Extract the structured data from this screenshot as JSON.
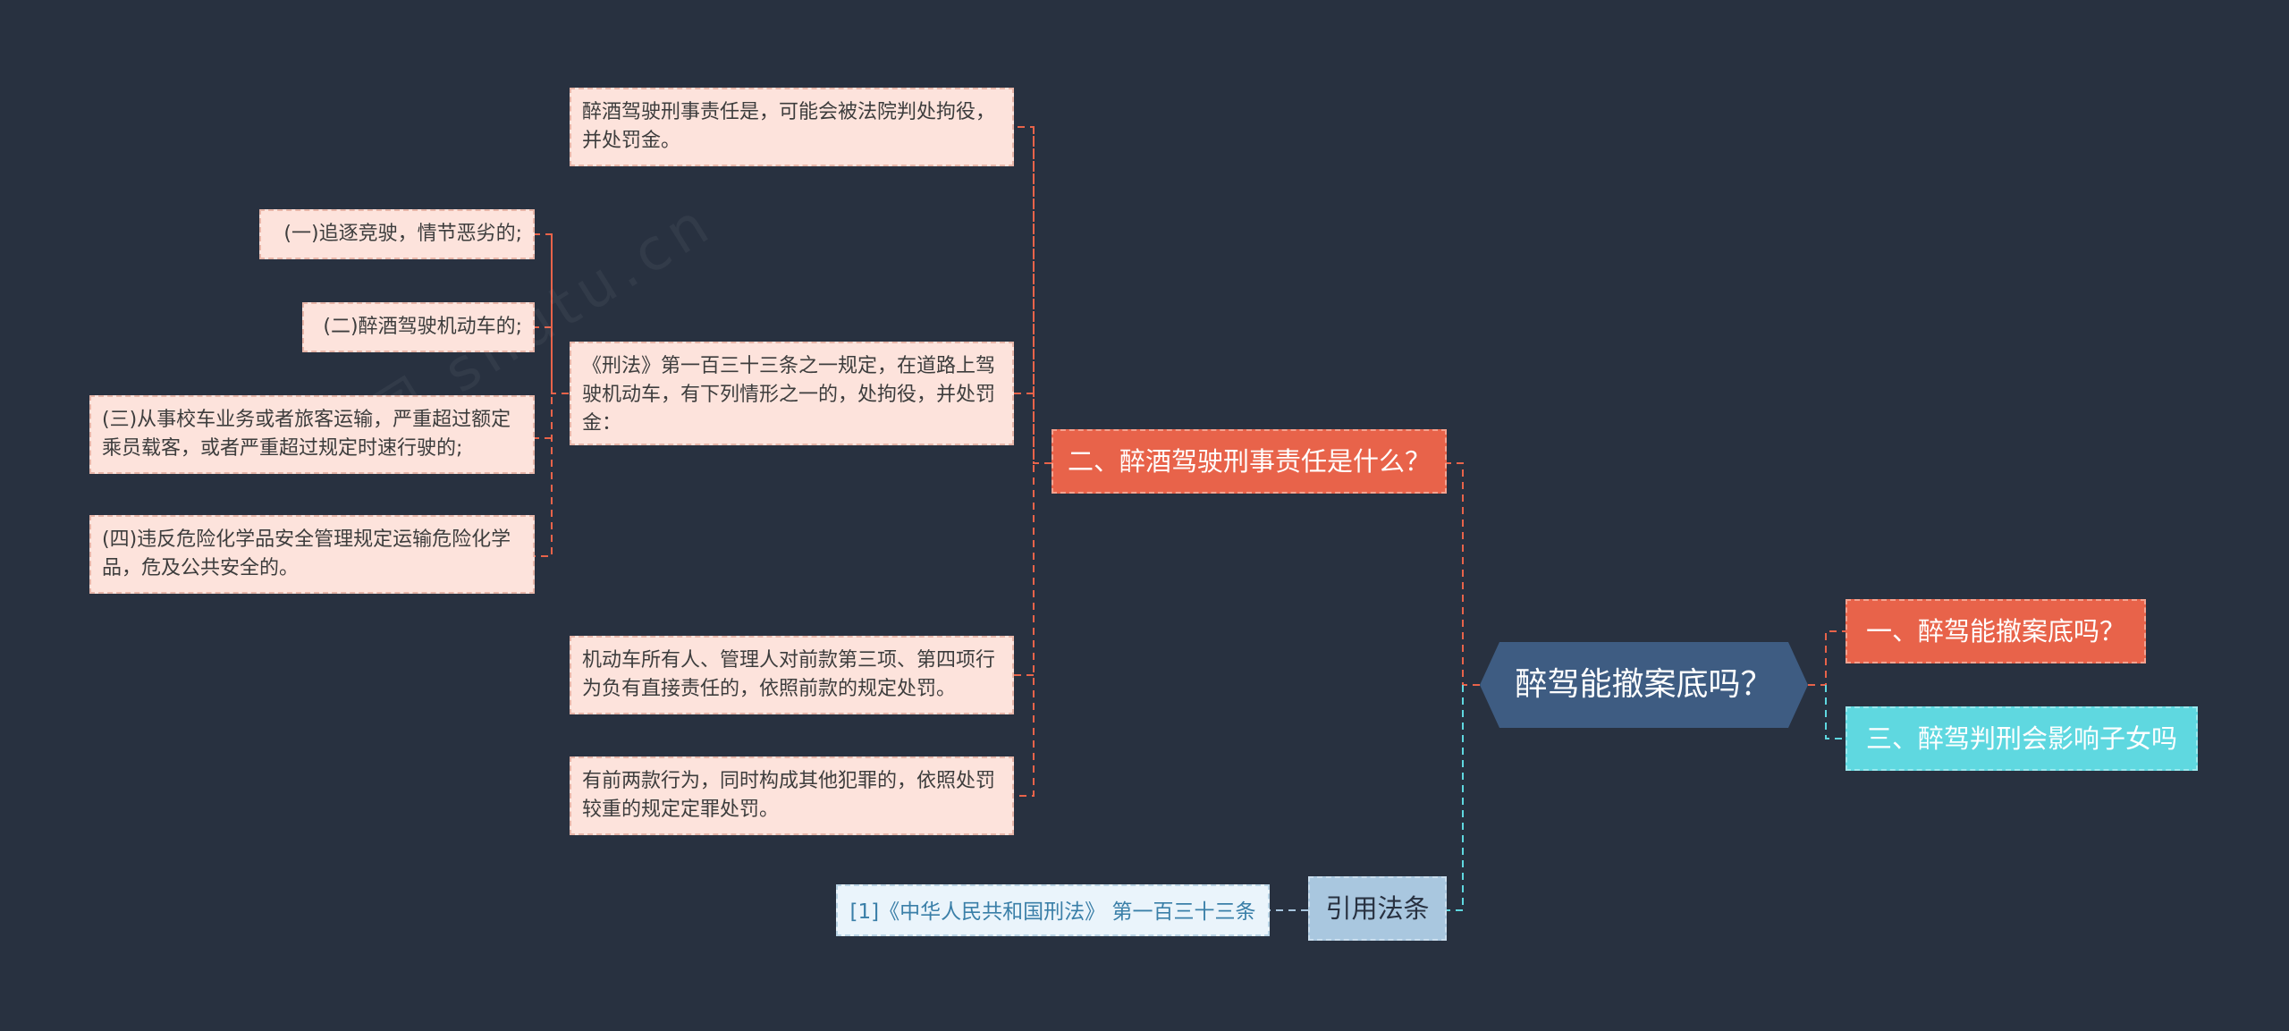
{
  "root": {
    "label": "醉驾能撤案底吗？"
  },
  "branches": {
    "b1": "一、醉驾能撤案底吗？",
    "b2": "二、醉酒驾驶刑事责任是什么？",
    "b3": "三、醉驾判刑会影响子女吗",
    "cite": "引用法条"
  },
  "b2_children": {
    "c1": "醉酒驾驶刑事责任是，可能会被法院判处拘役，并处罚金。",
    "c2": "《刑法》第一百三十三条之一规定，在道路上驾驶机动车，有下列情形之一的，处拘役，并处罚金：",
    "c3": "机动车所有人、管理人对前款第三项、第四项行为负有直接责任的，依照前款的规定处罚。",
    "c4": "有前两款行为，同时构成其他犯罪的，依照处罚较重的规定定罪处罚。"
  },
  "c2_children": {
    "d1": "(一)追逐竞驶，情节恶劣的;",
    "d2": "(二)醉酒驾驶机动车的;",
    "d3": "(三)从事校车业务或者旅客运输，严重超过额定乘员载客，或者严重超过规定时速行驶的;",
    "d4": "(四)违反危险化学品安全管理规定运输危险化学品，危及公共安全的。"
  },
  "cite_children": {
    "r1": "[1]《中华人民共和国刑法》 第一百三十三条"
  },
  "colors": {
    "background": "#283140",
    "root": "#3e5c82",
    "red_branch": "#e8634a",
    "cyan_branch": "#5fd8e0",
    "blue_branch": "#a9c7df",
    "leaf": "#fde3dc",
    "ref_leaf": "#eaf4fb"
  }
}
